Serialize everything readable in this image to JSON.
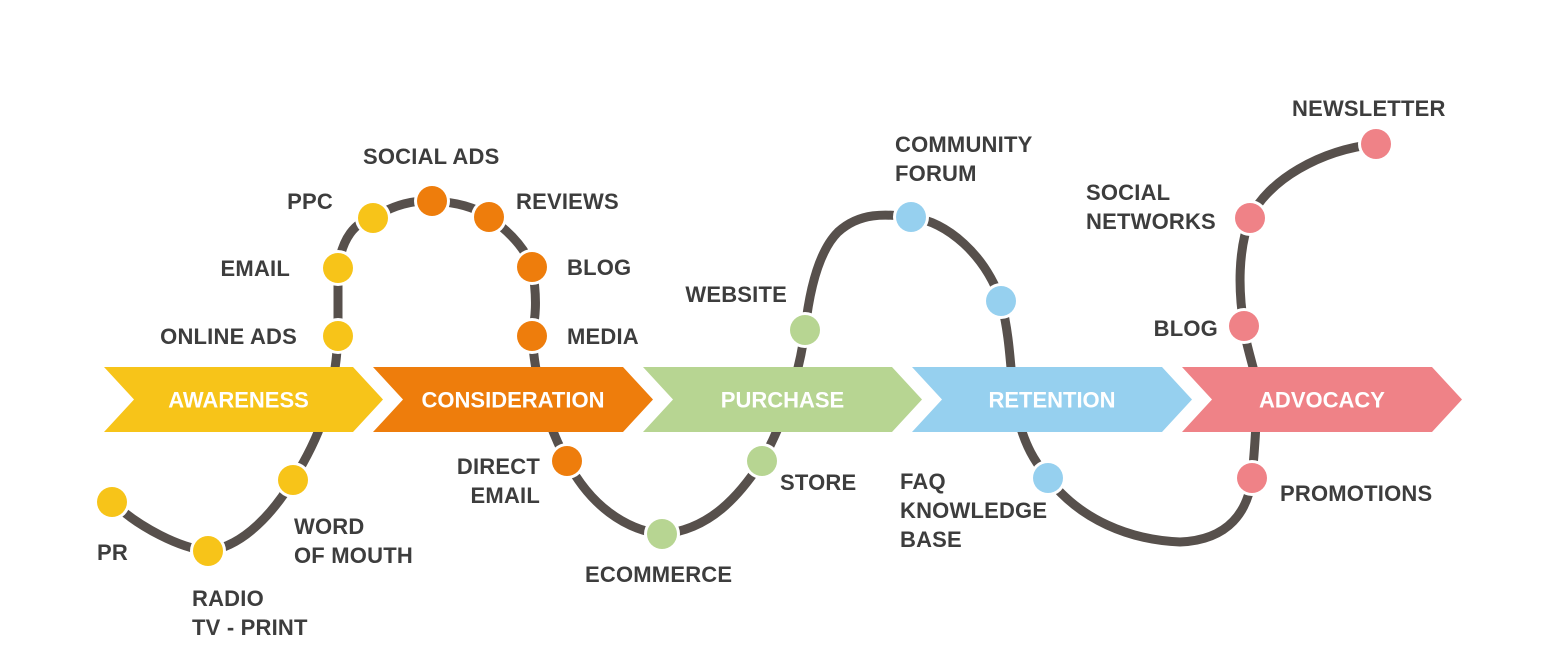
{
  "colors": {
    "awareness": "#f7c419",
    "consideration": "#ee7d0c",
    "purchase": "#b7d592",
    "retention": "#96d0ef",
    "advocacy": "#ef8287",
    "path": "#57504c",
    "label": "#3d3d3d"
  },
  "stages": [
    {
      "id": "awareness",
      "label": "AWARENESS"
    },
    {
      "id": "consideration",
      "label": "CONSIDERATION"
    },
    {
      "id": "purchase",
      "label": "PURCHASE"
    },
    {
      "id": "retention",
      "label": "RETENTION"
    },
    {
      "id": "advocacy",
      "label": "ADVOCACY"
    }
  ],
  "touchpoints": [
    {
      "id": "pr",
      "stage": "awareness",
      "lines": [
        "PR"
      ]
    },
    {
      "id": "radio",
      "stage": "awareness",
      "lines": [
        "RADIO",
        "TV - PRINT"
      ]
    },
    {
      "id": "word-of-mouth",
      "stage": "awareness",
      "lines": [
        "WORD",
        "OF MOUTH"
      ]
    },
    {
      "id": "online-ads",
      "stage": "awareness",
      "lines": [
        "ONLINE ADS"
      ]
    },
    {
      "id": "email",
      "stage": "awareness",
      "lines": [
        "EMAIL"
      ]
    },
    {
      "id": "ppc",
      "stage": "awareness",
      "lines": [
        "PPC"
      ]
    },
    {
      "id": "social-ads",
      "stage": "consideration",
      "lines": [
        "SOCIAL ADS"
      ]
    },
    {
      "id": "reviews",
      "stage": "consideration",
      "lines": [
        "REVIEWS"
      ]
    },
    {
      "id": "blog-consideration",
      "stage": "consideration",
      "lines": [
        "BLOG"
      ]
    },
    {
      "id": "media",
      "stage": "consideration",
      "lines": [
        "MEDIA"
      ]
    },
    {
      "id": "direct-email",
      "stage": "consideration",
      "lines": [
        "DIRECT",
        "EMAIL"
      ]
    },
    {
      "id": "ecommerce",
      "stage": "purchase",
      "lines": [
        "ECOMMERCE"
      ]
    },
    {
      "id": "store",
      "stage": "purchase",
      "lines": [
        "STORE"
      ]
    },
    {
      "id": "website",
      "stage": "purchase",
      "lines": [
        "WEBSITE"
      ]
    },
    {
      "id": "community-forum",
      "stage": "retention",
      "lines": [
        "COMMUNITY",
        "FORUM"
      ]
    },
    {
      "id": "retention-unlabeled",
      "stage": "retention",
      "lines": []
    },
    {
      "id": "faq",
      "stage": "retention",
      "lines": [
        "FAQ",
        "KNOWLEDGE",
        "BASE"
      ]
    },
    {
      "id": "promotions",
      "stage": "advocacy",
      "lines": [
        "PROMOTIONS"
      ]
    },
    {
      "id": "blog-advocacy",
      "stage": "advocacy",
      "lines": [
        "BLOG"
      ]
    },
    {
      "id": "social-networks",
      "stage": "advocacy",
      "lines": [
        "SOCIAL",
        "NETWORKS"
      ]
    },
    {
      "id": "newsletter",
      "stage": "advocacy",
      "lines": [
        "NEWSLETTER"
      ]
    }
  ]
}
